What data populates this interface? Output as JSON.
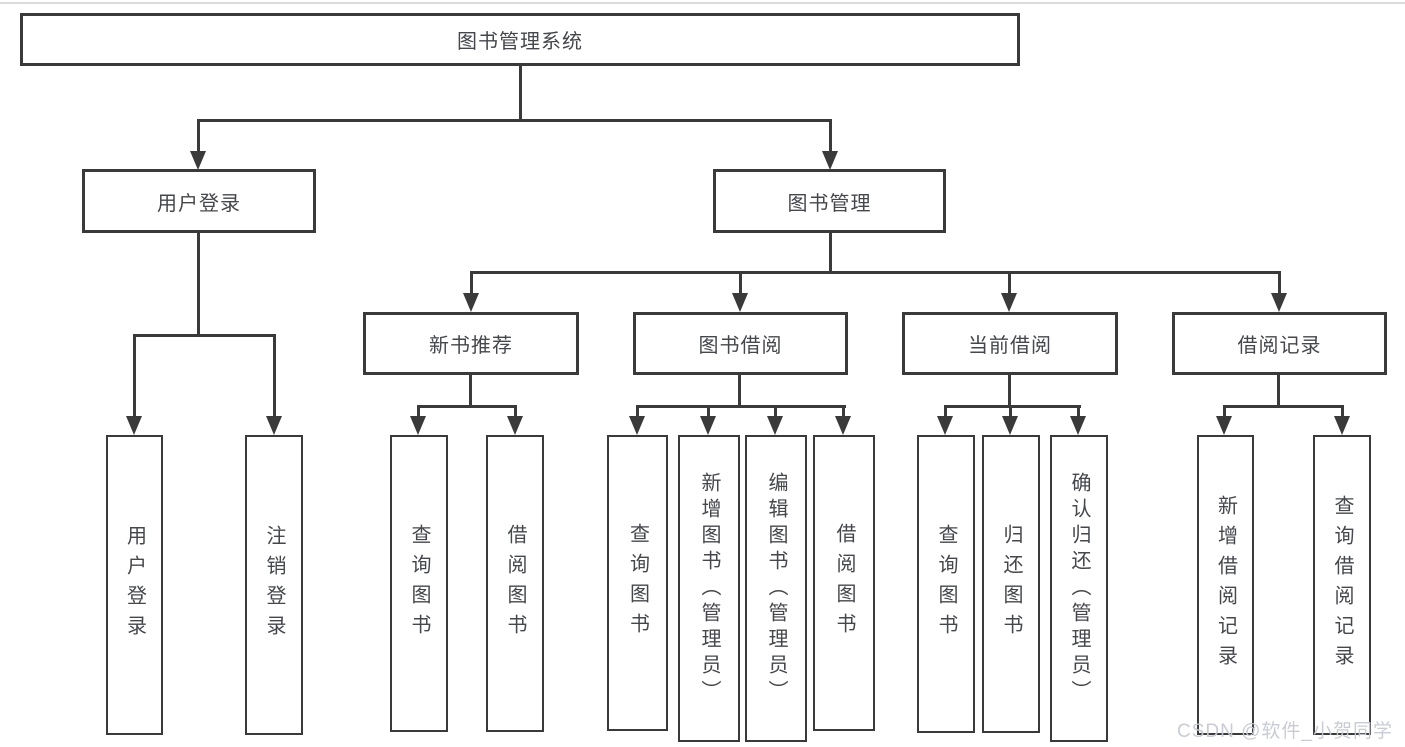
{
  "diagram": {
    "root": {
      "label": "图书管理系统"
    },
    "branches": [
      {
        "label": "用户登录",
        "children": [
          {
            "label": "用户登录"
          },
          {
            "label": "注销登录"
          }
        ]
      },
      {
        "label": "图书管理",
        "children": [
          {
            "label": "新书推荐",
            "children": [
              {
                "label": "查询图书"
              },
              {
                "label": "借阅图书"
              }
            ]
          },
          {
            "label": "图书借阅",
            "children": [
              {
                "label": "查询图书"
              },
              {
                "label": "新增图书（管理员）"
              },
              {
                "label": "编辑图书（管理员）"
              },
              {
                "label": "借阅图书"
              }
            ]
          },
          {
            "label": "当前借阅",
            "children": [
              {
                "label": "查询图书"
              },
              {
                "label": "归还图书"
              },
              {
                "label": "确认归还（管理员）"
              }
            ]
          },
          {
            "label": "借阅记录",
            "children": [
              {
                "label": "新增借阅记录"
              },
              {
                "label": "查询借阅记录"
              }
            ]
          }
        ]
      }
    ]
  },
  "watermark": "CSDN @软件_小贺同学",
  "colors": {
    "line": "#3a3a3a",
    "text": "#45474c",
    "background": "#ffffff",
    "watermark": "#c7cad3"
  }
}
